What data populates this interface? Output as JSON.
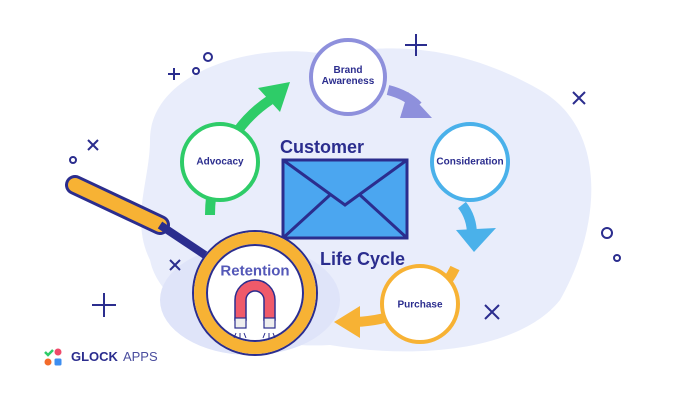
{
  "title_top": "Customer",
  "title_bottom": "Life Cycle",
  "stages": [
    {
      "label": "Brand Awareness",
      "color": "#8e90dc"
    },
    {
      "label": "Consideration",
      "color": "#4ab1ea"
    },
    {
      "label": "Purchase",
      "color": "#f7b234"
    },
    {
      "label": "Retention",
      "color": "#f7b234"
    },
    {
      "label": "Advocacy",
      "color": "#2ecc68"
    }
  ],
  "logo": {
    "brand": "GLOCK",
    "suffix": "APPS"
  },
  "colors": {
    "navy": "#2b2d8e",
    "blob": "#e9edfb",
    "envelope": "#4ba6f0"
  }
}
